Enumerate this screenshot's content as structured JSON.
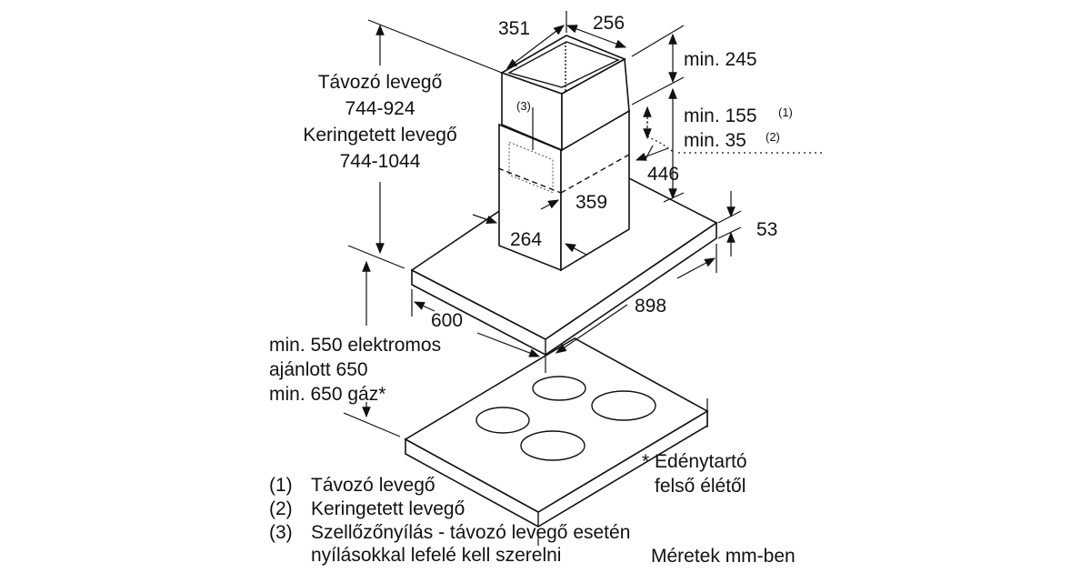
{
  "diagram": {
    "dims": {
      "chimney_width": "351",
      "chimney_depth": "256",
      "min_top": "min. 245",
      "min_exhaust": "min. 155",
      "min_exhaust_ref": "(1)",
      "min_recirc": "min. 35",
      "min_recirc_ref": "(2)",
      "lower_height": "446",
      "lower_width": "359",
      "lower_depth": "264",
      "hood_thickness": "53",
      "hood_depth": "600",
      "hood_width": "898",
      "vent_ref": "(3)"
    },
    "left_label": [
      "Távozó levegő",
      "744-924",
      "Keringetett levegő",
      "744-1044"
    ],
    "distance_label": [
      "min. 550 elektromos",
      "ajánlott 650",
      "min. 650 gáz*"
    ],
    "footnote": [
      "* Edénytartó",
      "felső élétől"
    ],
    "legend": [
      {
        "num": "(1)",
        "text": "Távozó levegő"
      },
      {
        "num": "(2)",
        "text": "Keringetett levegő"
      },
      {
        "num": "(3)",
        "text": "Szellőzőnyílás - távozó levegő esetén"
      },
      {
        "num": "",
        "text": "nyílásokkal lefelé kell szerelni"
      }
    ],
    "units_note": "Méretek mm-ben"
  }
}
